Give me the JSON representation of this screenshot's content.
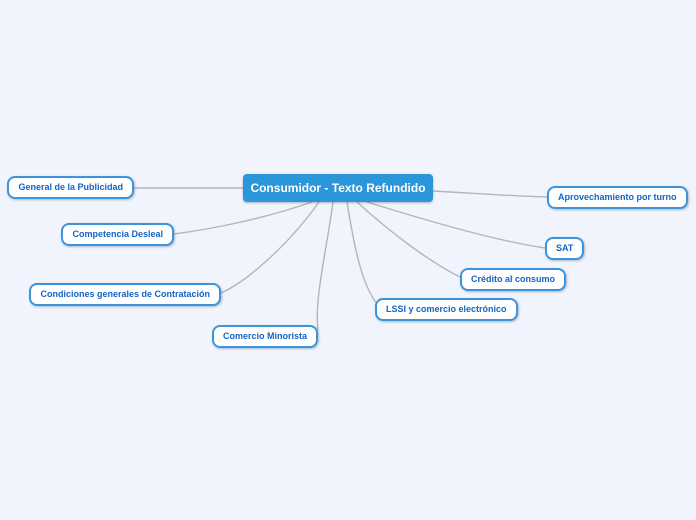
{
  "mindmap": {
    "root": {
      "label": "Consumidor - Texto Refundido"
    },
    "nodes": [
      {
        "id": "general-de-la-publicidad",
        "label": "General de la Publicidad",
        "side": "left"
      },
      {
        "id": "competencia-desleal",
        "label": "Competencia Desleal",
        "side": "left"
      },
      {
        "id": "condiciones-generales-de-contratacion",
        "label": "Condiciones generales de Contratación",
        "side": "left"
      },
      {
        "id": "comercio-minorista",
        "label": "Comercio Minorista",
        "side": "bottom"
      },
      {
        "id": "lssi-y-comercio-electronico",
        "label": "LSSI y comercio electrónico",
        "side": "bottom"
      },
      {
        "id": "credito-al-consumo",
        "label": "Crédito al consumo",
        "side": "right"
      },
      {
        "id": "sat",
        "label": "SAT",
        "side": "right"
      },
      {
        "id": "aprovechamiento-por-turno",
        "label": "Aprovechamiento por turno",
        "side": "right"
      }
    ],
    "colors": {
      "background": "#F1F4FC",
      "root_fill": "#2B96D9",
      "root_text": "#FFFFFF",
      "node_border": "#3C95DC",
      "node_text": "#1463C4",
      "edge": "#B5B5B5"
    }
  }
}
